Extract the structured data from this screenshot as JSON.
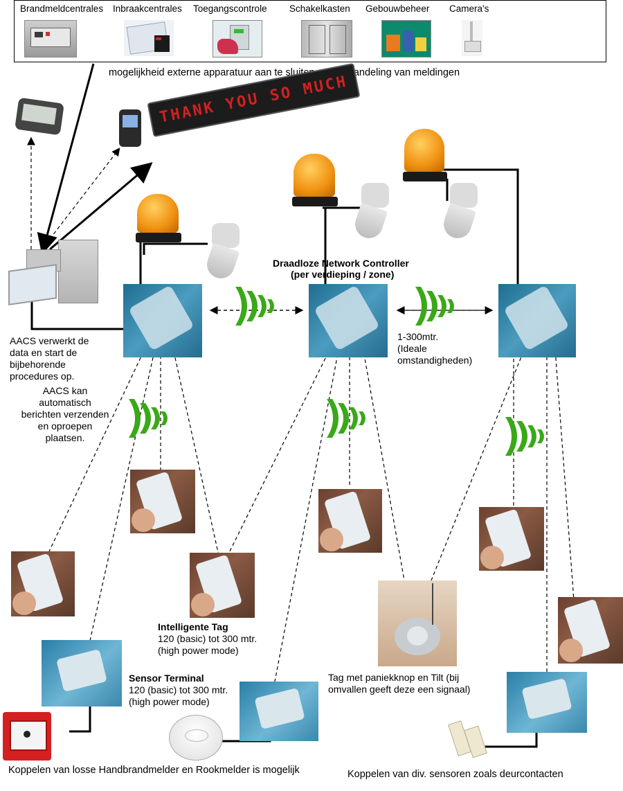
{
  "top_bar": {
    "systems": [
      {
        "label": "Brandmeldcentrales",
        "icon": "fire-panel-icon"
      },
      {
        "label": "Inbraakcentrales",
        "icon": "alarm-keypad-icon"
      },
      {
        "label": "Toegangscontrole",
        "icon": "access-reader-icon"
      },
      {
        "label": "Schakelkasten",
        "icon": "switch-cabinet-icon"
      },
      {
        "label": "Gebouwbeheer",
        "icon": "building-management-icon"
      },
      {
        "label": "Camera's",
        "icon": "camera-icon"
      }
    ],
    "caption": "mogelijkheid externe apparatuur aan te sluiten voor afhandeling van meldingen"
  },
  "led_display": {
    "text": "THANK YOU SO MUCH",
    "color": "#d42020"
  },
  "aacs": {
    "line1": "AACS verwerkt de",
    "line2": "data en start de",
    "line3": "bijbehorende",
    "line4": "procedures op.",
    "line5": "AACS kan",
    "line6": "automatisch",
    "line7": "berichten verzenden",
    "line8": "en oproepen",
    "line9": "plaatsen."
  },
  "controller": {
    "title": "Draadloze Network Controller",
    "subtitle": "(per verdieping / zone)",
    "range_line1": "1-300mtr.",
    "range_line2": "(Ideale",
    "range_line3": "omstandigheden)"
  },
  "intelligent_tag": {
    "title": "Intelligente Tag",
    "line1": "120 (basic) tot 300 mtr.",
    "line2": "(high power mode)"
  },
  "sensor_terminal": {
    "title": "Sensor Terminal",
    "line1": "120 (basic) tot 300 mtr.",
    "line2": "(high power mode)"
  },
  "panic_tag": {
    "line1": "Tag met paniekknop en Tilt (bij",
    "line2": "omvallen geeft deze een signaal)"
  },
  "bottom_left": "Koppelen van losse Handbrandmelder en Rookmelder is mogelijk",
  "bottom_right": "Koppelen van div. sensoren zoals deurcontacten",
  "colors": {
    "wave": "#3aa818",
    "beacon": "#f0a010",
    "panel": "#2e7fa6"
  }
}
